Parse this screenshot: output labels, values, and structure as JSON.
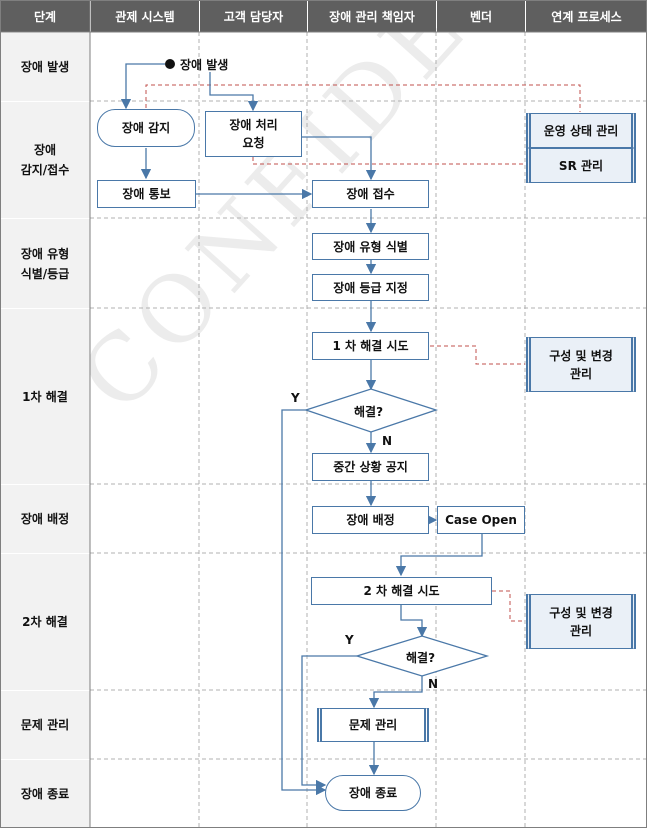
{
  "watermark": "CONFIDENTIAL",
  "columns": [
    "단계",
    "관제 시스템",
    "고객 담당자",
    "장애 관리 책임자",
    "벤더",
    "연계 프로세스"
  ],
  "lanes": [
    "장애 발생",
    "장애\n감지/접수",
    "장애 유형\n식별/등급",
    "1차 해결",
    "장애 배정",
    "2차 해결",
    "문제 관리",
    "장애 종료"
  ],
  "nodes": {
    "start": "장애 발생",
    "detect": "장애 감지",
    "request": "장애 처리\n요청",
    "notify": "장애 통보",
    "receive": "장애 접수",
    "identify": "장애 유형 식별",
    "grade": "장애 등급 지정",
    "first_try": "1 차 해결 시도",
    "decision1": "해결?",
    "interim": "중간 상황 공지",
    "assign": "장애 배정",
    "case_open": "Case Open",
    "second_try": "2 차 해결 시도",
    "decision2": "해결?",
    "problem": "문제 관리",
    "close": "장애 종료",
    "ops_status": "운영 상태 관리",
    "sr": "SR 관리",
    "config1": "구성 및 변경\n관리",
    "config2": "구성 및 변경\n관리"
  },
  "labels": {
    "y1": "Y",
    "n1": "N",
    "y2": "Y",
    "n2": "N"
  },
  "colors": {
    "header": "#5f5f5f",
    "lane_label_bg": "#f2f2f2",
    "flow": "#4a78a8",
    "link": "#c0504d",
    "grid": "#b0b0b0"
  }
}
